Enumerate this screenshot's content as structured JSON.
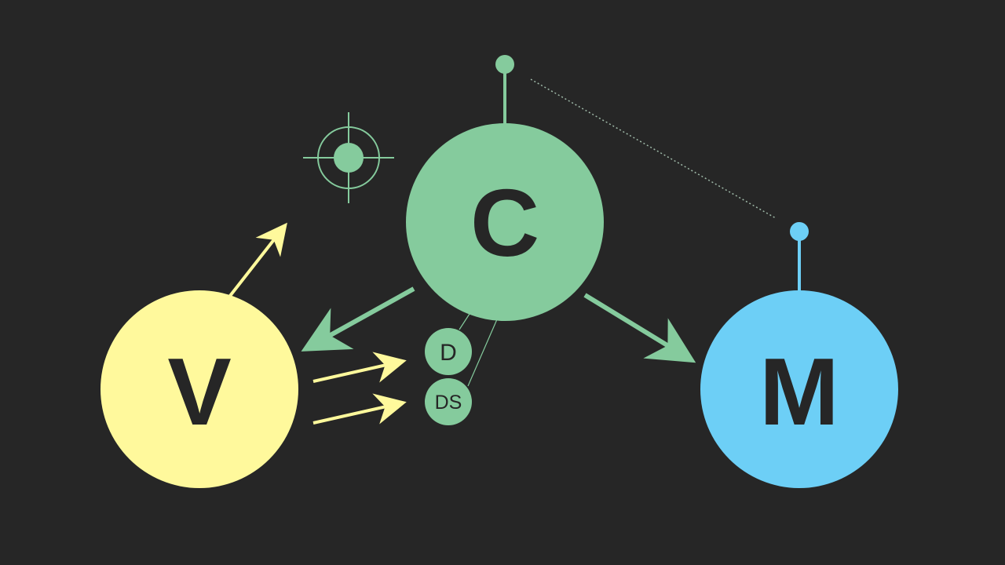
{
  "colors": {
    "background": "#262626",
    "controller": "#85cb9d",
    "view": "#fff99c",
    "model": "#6dcff6",
    "text": "#262626",
    "dotted_line": "#9fb9a8"
  },
  "nodes": {
    "controller": {
      "label": "C"
    },
    "view": {
      "label": "V"
    },
    "model": {
      "label": "M"
    },
    "delegate": {
      "label": "D"
    },
    "datasource": {
      "label": "DS"
    }
  },
  "icons": {
    "target": "crosshair-target-icon",
    "controller_antenna": "antenna-icon",
    "model_antenna": "antenna-icon"
  }
}
